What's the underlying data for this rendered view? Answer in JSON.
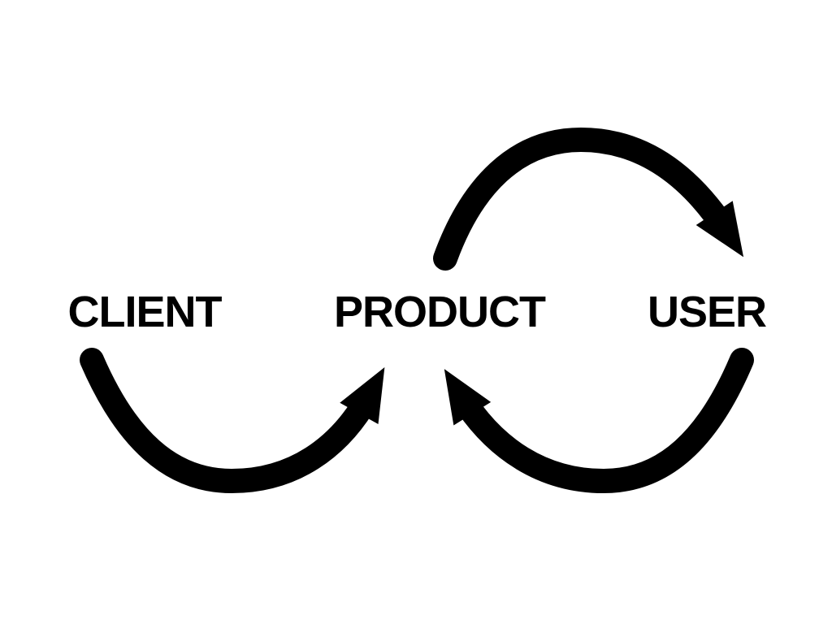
{
  "diagram": {
    "colors": {
      "background": "#ffffff",
      "ink": "#000000"
    },
    "nodes": {
      "client": "CLIENT",
      "product": "PRODUCT",
      "user": "USER"
    },
    "edges": [
      {
        "from": "CLIENT",
        "to": "PRODUCT"
      },
      {
        "from": "PRODUCT",
        "to": "USER"
      },
      {
        "from": "USER",
        "to": "PRODUCT"
      }
    ]
  }
}
